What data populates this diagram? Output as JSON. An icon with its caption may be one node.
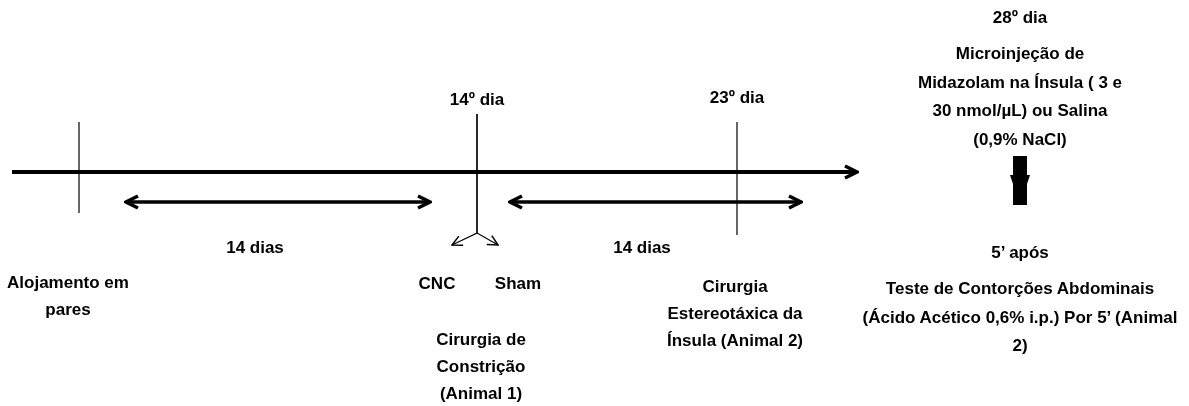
{
  "diagram": {
    "nodes": [
      {
        "text": [
          "14º dia"
        ]
      },
      {
        "text": [
          "CNC"
        ]
      },
      {
        "text": [
          "Sham"
        ]
      },
      {
        "text": [
          "28º dia",
          "Microinjeção de Midazolam na Ínsula ( 3 e 30 nmol/µL) ou Salina (0,9% NaCl)"
        ]
      },
      {
        "text": [
          "5’ após",
          "Teste de Contorções Abdominais (Ácido Acético 0,6% i.p.) Por 5’ (Animal 2)"
        ]
      }
    ],
    "edges": [
      {
        "from": 0,
        "to": 1,
        "arrow": "to"
      },
      {
        "from": 0,
        "to": 2,
        "arrow": "to"
      },
      {
        "from": 3,
        "to": 4,
        "arrow": "to",
        "style": "thick"
      }
    ],
    "labels": [
      "23º dia",
      "14 dias",
      "14 dias",
      "Alojamento em pares",
      "Cirurgia de Constrição (Animal 1)",
      "Cirurgia Estereotáxica da Ínsula (Animal 2)"
    ]
  }
}
